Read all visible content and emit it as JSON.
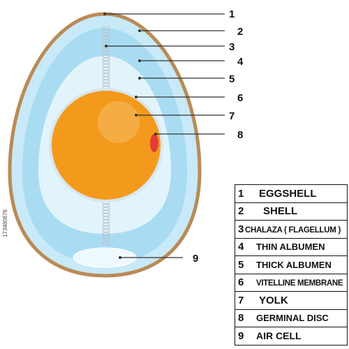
{
  "colors": {
    "shell": "#b98b56",
    "membrane": "#c8e9f7",
    "thin_albumen": "#a9dcf2",
    "thick_albumen": "#e2f4fb",
    "vitelline": "#d7e6ee",
    "yolk": "#f39a1c",
    "germinal_disc": "#e53a3a",
    "air_cell": "#eef9fd",
    "line": "#333333"
  },
  "callouts": [
    {
      "n": "1",
      "target": "eggshell"
    },
    {
      "n": "2",
      "target": "shell"
    },
    {
      "n": "3",
      "target": "chalaza"
    },
    {
      "n": "4",
      "target": "thin-albumen"
    },
    {
      "n": "5",
      "target": "thick-albumen"
    },
    {
      "n": "6",
      "target": "vitelline-membrane"
    },
    {
      "n": "7",
      "target": "yolk"
    },
    {
      "n": "8",
      "target": "germinal-disc"
    },
    {
      "n": "9",
      "target": "air-cell"
    }
  ],
  "legend": [
    {
      "num": "1",
      "label": "EGGSHELL"
    },
    {
      "num": "2",
      "label": "SHELL"
    },
    {
      "num": "3",
      "label": "CHALAZA  ( FLAGELLUM )"
    },
    {
      "num": "4",
      "label": "THIN ALBUMEN"
    },
    {
      "num": "5",
      "label": "THICK ALBUMEN"
    },
    {
      "num": "6",
      "label": "VITELLINE MEMBRANE"
    },
    {
      "num": "7",
      "label": "YOLK"
    },
    {
      "num": "8",
      "label": "GERMINAL DISC"
    },
    {
      "num": "9",
      "label": "AIR CELL"
    }
  ],
  "watermark": "173480876"
}
